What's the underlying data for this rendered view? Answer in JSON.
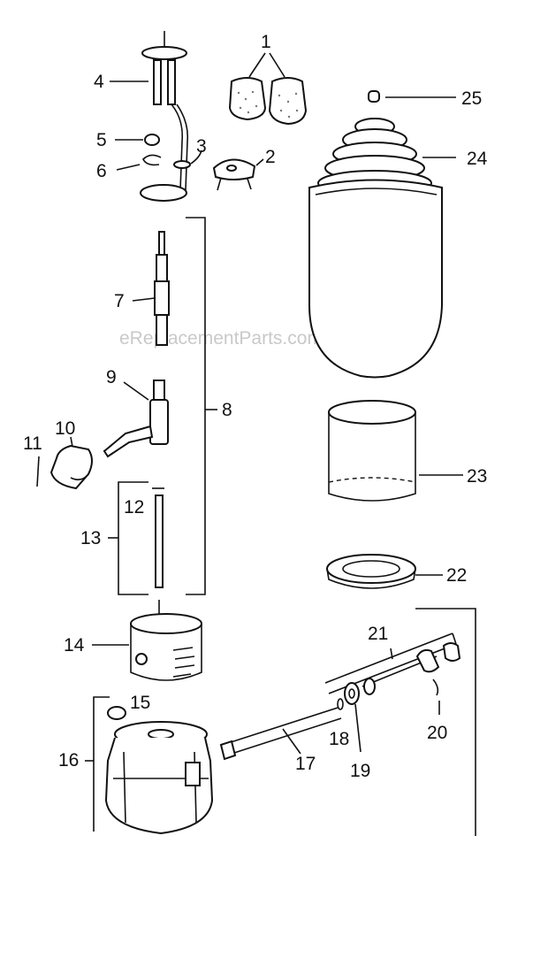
{
  "watermark": "eReplacementParts.com",
  "labels": {
    "p1": "1",
    "p2": "2",
    "p3": "3",
    "p4": "4",
    "p5": "5",
    "p6": "6",
    "p7": "7",
    "p8": "8",
    "p9": "9",
    "p10": "10",
    "p11": "11",
    "p12": "12",
    "p13": "13",
    "p14": "14",
    "p15": "15",
    "p16": "16",
    "p17": "17",
    "p18": "18",
    "p19": "19",
    "p20": "20",
    "p21": "21",
    "p22": "22",
    "p23": "23",
    "p24": "24",
    "p25": "25"
  }
}
